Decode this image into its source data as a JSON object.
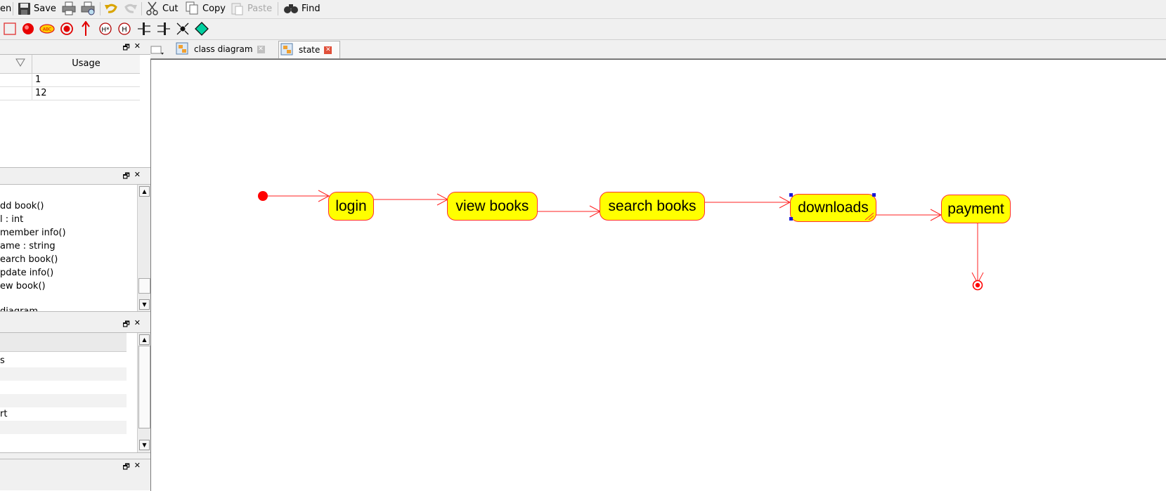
{
  "toolbar": {
    "open_label": "en",
    "save_label": "Save",
    "cut_label": "Cut",
    "copy_label": "Copy",
    "paste_label": "Paste",
    "find_label": "Find"
  },
  "palette": {
    "icons": [
      "rectangle-icon",
      "initial-state-icon",
      "text-node-icon",
      "final-state-icon",
      "transition-arrow-icon",
      "deep-history-icon",
      "shallow-history-icon",
      "fork-icon",
      "join-icon",
      "junction-icon",
      "choice-icon"
    ],
    "abc_text": "ABC",
    "deep_history_text": "H*",
    "shallow_history_text": "H"
  },
  "usage_panel": {
    "column_header": "Usage",
    "rows": [
      "1",
      "12"
    ]
  },
  "members_panel": {
    "items": [
      "dd book()",
      "l : int",
      "member info()",
      "ame : string",
      "earch book()",
      "pdate info()",
      "ew book()",
      "",
      "diagram"
    ]
  },
  "props_panel": {
    "rows": [
      "s",
      "",
      "",
      "",
      "rt",
      "",
      ""
    ]
  },
  "tabs": [
    {
      "label": "class diagram"
    },
    {
      "label": "state"
    }
  ],
  "diagram": {
    "states": {
      "login": "login",
      "view_books": "view books",
      "search_books": "search books",
      "downloads": "downloads",
      "payment": "payment"
    }
  },
  "colors": {
    "state_fill": "#ffff00",
    "state_border": "#ff3030",
    "transition": "#ff2020"
  }
}
